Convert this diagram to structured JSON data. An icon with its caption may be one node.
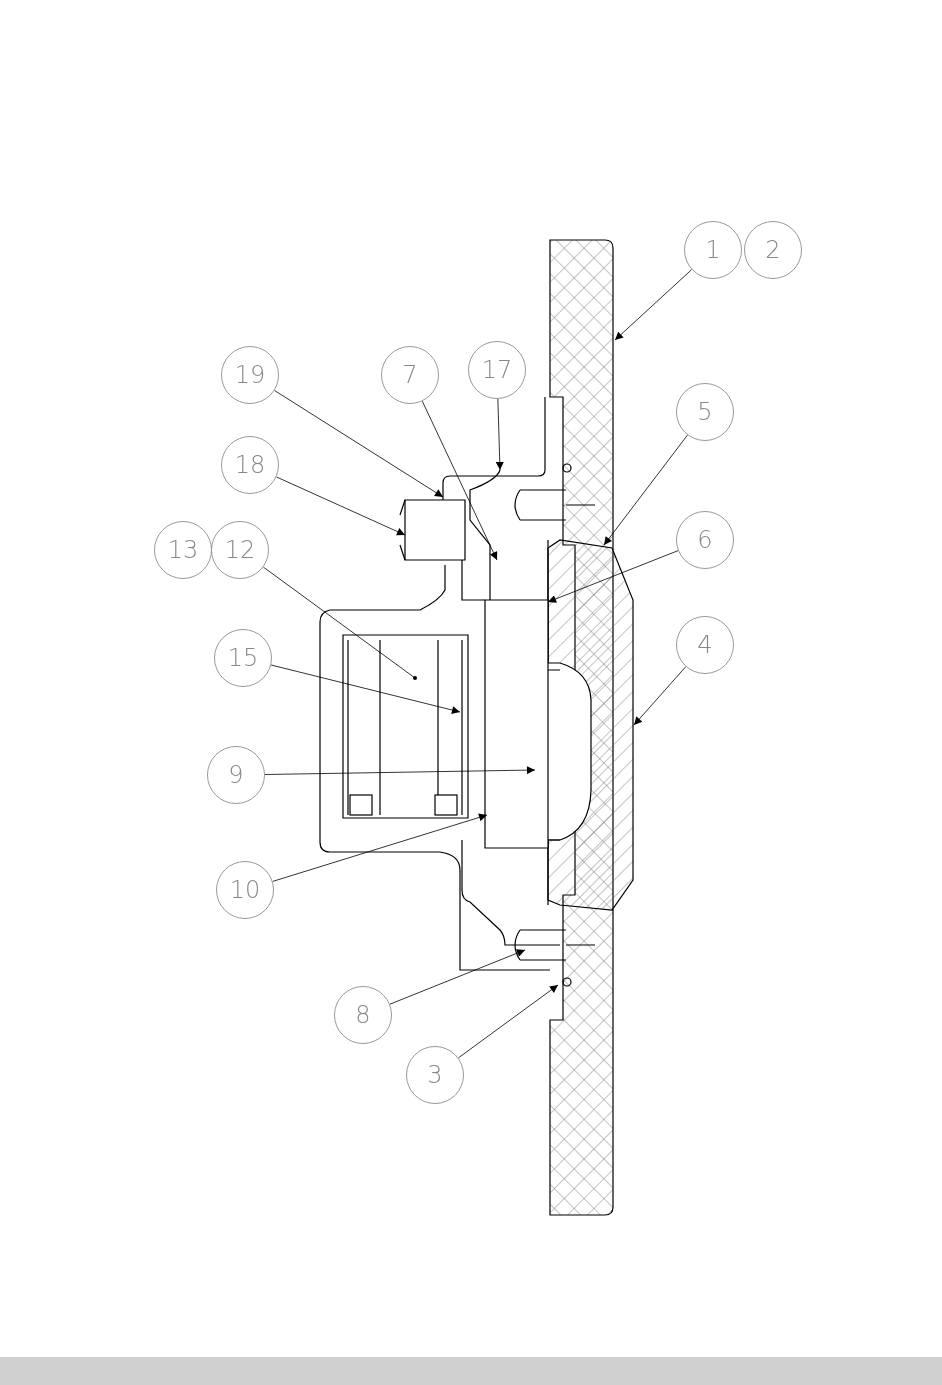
{
  "diagram": {
    "nodes": [
      {
        "text": [
          "1"
        ]
      },
      {
        "text": [
          "2"
        ]
      },
      {
        "text": [
          "7"
        ]
      },
      {
        "text": [
          "17"
        ]
      },
      {
        "text": [
          "19"
        ]
      },
      {
        "text": [
          "5"
        ]
      },
      {
        "text": [
          "18"
        ]
      },
      {
        "text": [
          "6"
        ]
      },
      {
        "text": [
          "13"
        ]
      },
      {
        "text": [
          "12"
        ]
      },
      {
        "text": [
          "4"
        ]
      },
      {
        "text": [
          "15"
        ]
      },
      {
        "text": [
          "9"
        ]
      },
      {
        "text": [
          "10"
        ]
      },
      {
        "text": [
          "8"
        ]
      },
      {
        "text": [
          "3"
        ]
      }
    ],
    "edges": [
      {
        "from": 0,
        "to": null,
        "arrow": "to"
      },
      {
        "from": 2,
        "to": null,
        "arrow": "to"
      },
      {
        "from": 3,
        "to": null,
        "arrow": "to"
      },
      {
        "from": 4,
        "to": null,
        "arrow": "to"
      },
      {
        "from": 5,
        "to": null,
        "arrow": "to"
      },
      {
        "from": 6,
        "to": null,
        "arrow": "to"
      },
      {
        "from": 7,
        "to": null,
        "arrow": "to"
      },
      {
        "from": 9,
        "to": null,
        "arrow": "other"
      },
      {
        "from": 10,
        "to": null,
        "arrow": "to"
      },
      {
        "from": 11,
        "to": null,
        "arrow": "to"
      },
      {
        "from": 12,
        "to": null,
        "arrow": "to"
      },
      {
        "from": 13,
        "to": null,
        "arrow": "to"
      },
      {
        "from": 14,
        "to": null,
        "arrow": "to"
      },
      {
        "from": 15,
        "to": null,
        "arrow": "to"
      }
    ]
  }
}
